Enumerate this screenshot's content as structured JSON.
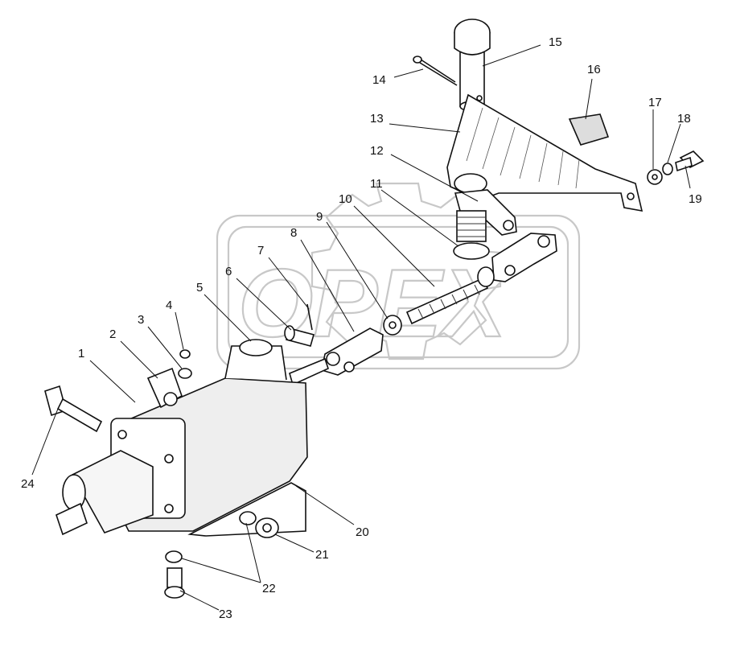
{
  "watermark": {
    "text": "OPEX"
  },
  "colors": {
    "ink": "#111111",
    "watermark": "#c8c8c8",
    "paper": "#ffffff"
  },
  "callouts": [
    {
      "id": "1",
      "label": "1"
    },
    {
      "id": "2",
      "label": "2"
    },
    {
      "id": "3",
      "label": "3"
    },
    {
      "id": "4",
      "label": "4"
    },
    {
      "id": "5",
      "label": "5"
    },
    {
      "id": "6",
      "label": "6"
    },
    {
      "id": "7",
      "label": "7"
    },
    {
      "id": "8",
      "label": "8"
    },
    {
      "id": "9",
      "label": "9"
    },
    {
      "id": "10",
      "label": "10"
    },
    {
      "id": "11",
      "label": "11"
    },
    {
      "id": "12",
      "label": "12"
    },
    {
      "id": "13",
      "label": "13"
    },
    {
      "id": "14",
      "label": "14"
    },
    {
      "id": "15",
      "label": "15"
    },
    {
      "id": "16",
      "label": "16"
    },
    {
      "id": "17",
      "label": "17"
    },
    {
      "id": "18",
      "label": "18"
    },
    {
      "id": "19",
      "label": "19"
    },
    {
      "id": "20",
      "label": "20"
    },
    {
      "id": "21",
      "label": "21"
    },
    {
      "id": "22",
      "label": "22"
    },
    {
      "id": "23",
      "label": "23"
    },
    {
      "id": "24",
      "label": "24"
    }
  ]
}
